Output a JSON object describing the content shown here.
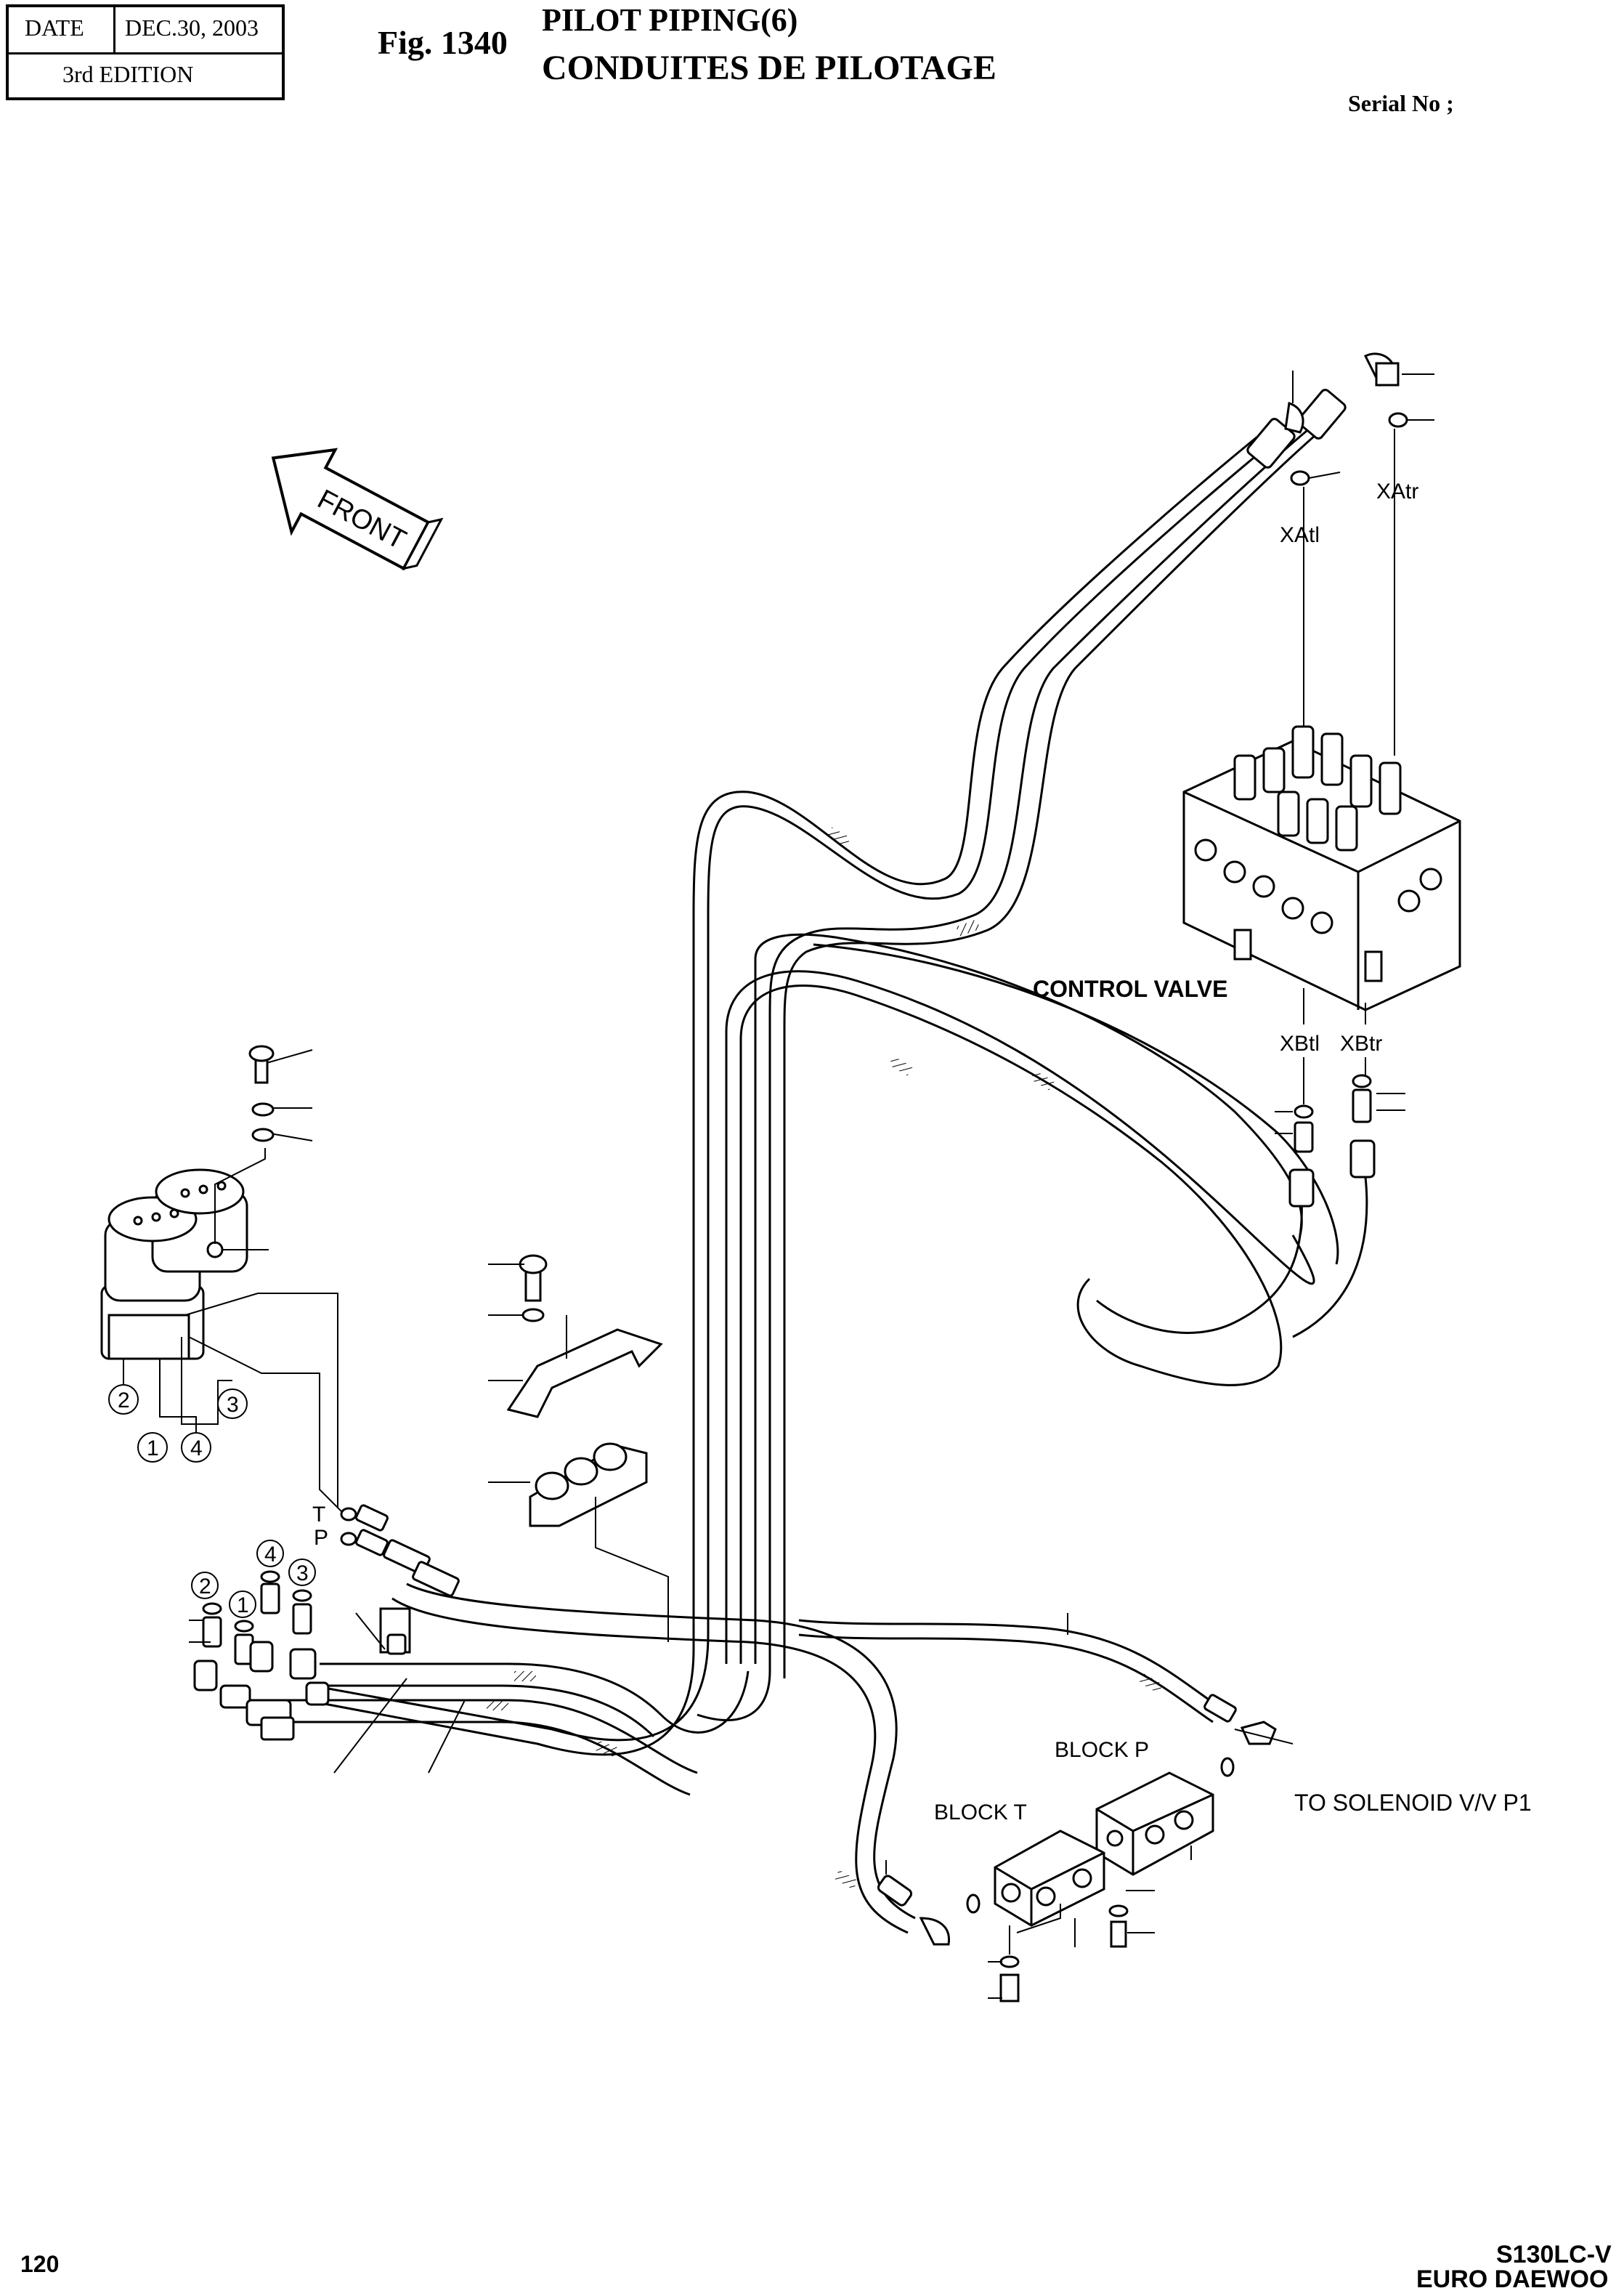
{
  "header": {
    "date_label": "DATE",
    "date_value": "DEC.30, 2003",
    "edition": "3rd  EDITION"
  },
  "figure": {
    "number": "Fig. 1340",
    "title_en": "PILOT PIPING(6)",
    "title_fr": "CONDUITES DE PILOTAGE",
    "serial": "Serial No ;"
  },
  "labels": {
    "front": "FRONT",
    "control_valve": "CONTROL VALVE",
    "xatl": "XAtl",
    "xatr": "XAtr",
    "xbtl": "XBtl",
    "xbtr": "XBtr",
    "block_p": "BLOCK P",
    "block_t": "BLOCK T",
    "solenoid": "TO SOLENOID V/V P1",
    "port_t": "T",
    "port_p": "P"
  },
  "callouts": [
    "1",
    "2",
    "3",
    "4"
  ],
  "footer": {
    "page": "120",
    "model": "S130LC-V",
    "brand": "EURO DAEWOO"
  }
}
